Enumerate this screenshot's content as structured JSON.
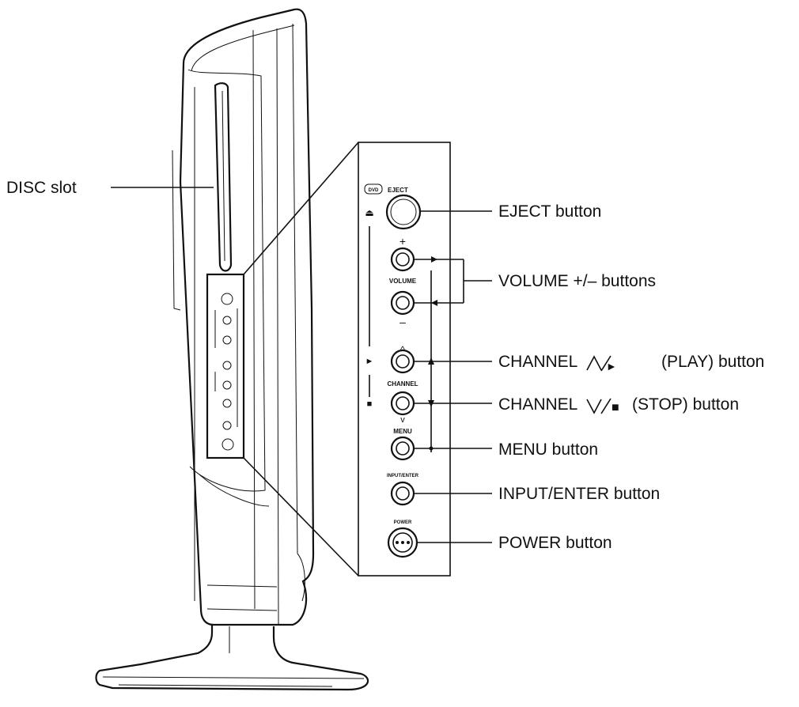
{
  "callouts": {
    "disc_slot": "DISC slot",
    "eject": "EJECT button",
    "volume": "VOLUME +/– buttons",
    "channel_up_prefix": "CHANNEL",
    "channel_up_suffix": "(PLAY) button",
    "channel_down_prefix": "CHANNEL",
    "channel_down_suffix": "(STOP) button",
    "menu": "MENU button",
    "input_enter": "INPUT/ENTER button",
    "power": "POWER button"
  },
  "panel_labels": {
    "dvd": "DVD",
    "eject": "EJECT",
    "plus": "+",
    "volume": "VOLUME",
    "minus": "–",
    "channel": "CHANNEL",
    "menu": "MENU",
    "input_enter": "INPUT/ENTER",
    "power": "POWER"
  },
  "glyphs": {
    "eject": "⏏",
    "play": "►",
    "stop": "■",
    "up": "^",
    "down": "v"
  }
}
